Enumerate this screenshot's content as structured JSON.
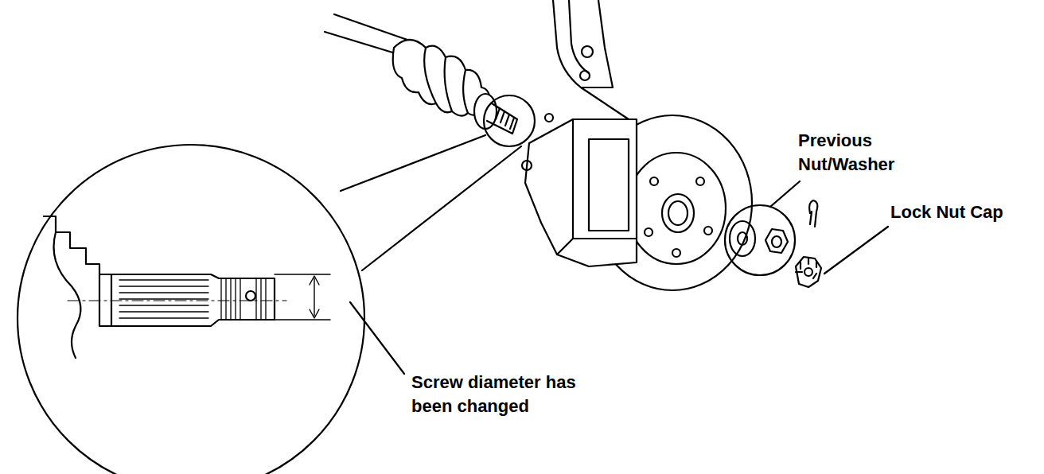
{
  "diagram": {
    "labels": [
      "Previous Nut/Washer",
      "Lock Nut Cap",
      "Screw diameter has been changed"
    ]
  }
}
